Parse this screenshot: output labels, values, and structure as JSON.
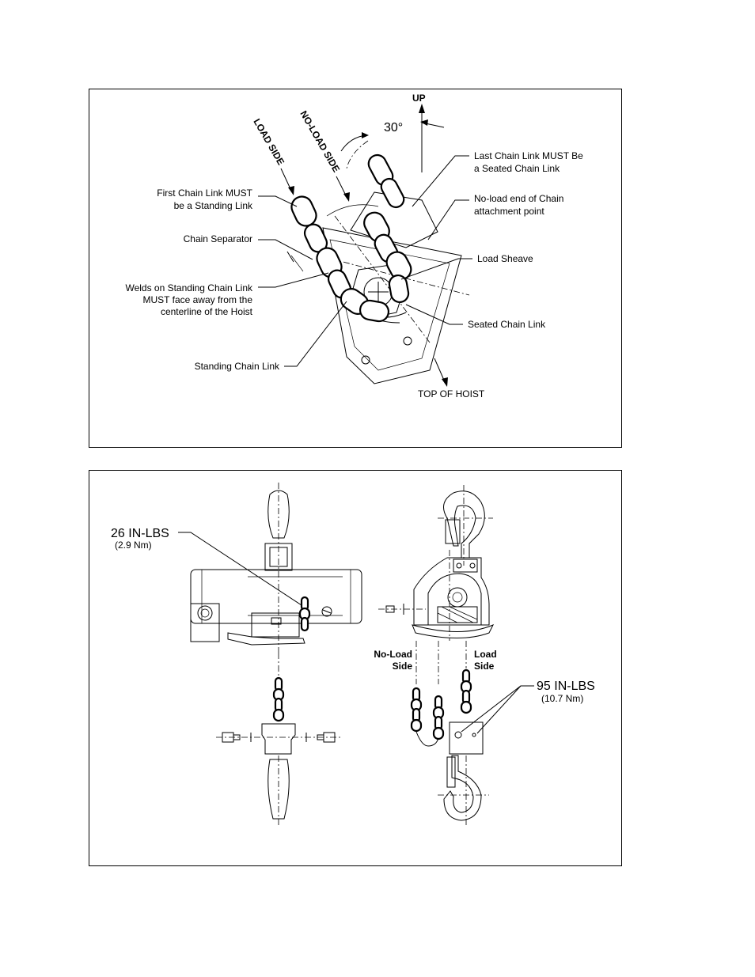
{
  "top_diagram": {
    "up": "UP",
    "angle": "30°",
    "load_side": "LOAD SIDE",
    "no_load_side": "NO-LOAD SIDE",
    "last_chain_link_1": "Last Chain Link MUST Be",
    "last_chain_link_2": "a Seated Chain Link",
    "no_load_end_1": "No-load end of Chain",
    "no_load_end_2": "attachment point",
    "first_chain_link_1": "First Chain Link MUST",
    "first_chain_link_2": "be a Standing Link",
    "chain_separator": "Chain Separator",
    "load_sheave": "Load Sheave",
    "welds_1": "Welds on Standing Chain Link",
    "welds_2": "MUST face away from the",
    "welds_3": "centerline of the Hoist",
    "seated_chain_link": "Seated Chain Link",
    "standing_chain_link": "Standing Chain Link",
    "top_of_hoist": "TOP OF HOIST"
  },
  "bottom_diagram": {
    "torque_small": "26 IN-LBS",
    "torque_small_metric": "(2.9 Nm)",
    "no_load_1": "No-Load",
    "no_load_2": "Side",
    "load_1": "Load",
    "load_2": "Side",
    "torque_large": "95 IN-LBS",
    "torque_large_metric": "(10.7 Nm)"
  }
}
